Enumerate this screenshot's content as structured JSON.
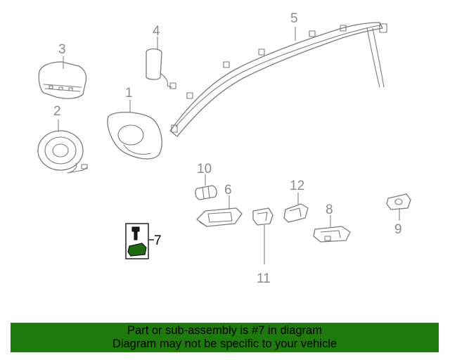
{
  "diagram": {
    "callouts": [
      {
        "id": "1",
        "label": "1"
      },
      {
        "id": "2",
        "label": "2"
      },
      {
        "id": "3",
        "label": "3"
      },
      {
        "id": "4",
        "label": "4"
      },
      {
        "id": "5",
        "label": "5"
      },
      {
        "id": "6",
        "label": "6"
      },
      {
        "id": "7",
        "label": "7"
      },
      {
        "id": "8",
        "label": "8"
      },
      {
        "id": "9",
        "label": "9"
      },
      {
        "id": "10",
        "label": "10"
      },
      {
        "id": "11",
        "label": "11"
      },
      {
        "id": "12",
        "label": "12"
      }
    ],
    "highlighted_part": "7",
    "colors": {
      "line": "#7a7a7a",
      "callout_text": "#8a8a8a",
      "highlight_fill": "#1e6b10",
      "banner_bg": "#1e7a0b"
    }
  },
  "banner": {
    "line1": "Part or sub-assembly is #7 in diagram",
    "line2": "Diagram may not be specific to your vehicle"
  }
}
